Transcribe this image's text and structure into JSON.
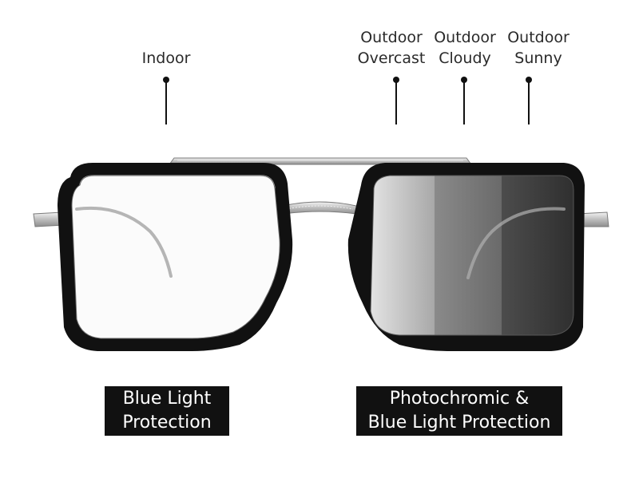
{
  "labels": {
    "indoor": [
      "Indoor"
    ],
    "overcast": [
      "Outdoor",
      "Overcast"
    ],
    "cloudy": [
      "Outdoor",
      "Cloudy"
    ],
    "sunny": [
      "Outdoor",
      "Sunny"
    ]
  },
  "captions": {
    "left": [
      "Blue Light",
      "Protection"
    ],
    "right": [
      "Photochromic &",
      "Blue Light Protection"
    ]
  },
  "colors": {
    "background": "#ffffff",
    "frame": "#0f0f0f",
    "metal": "#c8c8c8",
    "caption_bg": "#111111",
    "caption_text": "#ffffff",
    "tint_overcast": "#c8c8c8",
    "tint_cloudy": "#7c7c7c",
    "tint_sunny": "#3e3e3e"
  }
}
